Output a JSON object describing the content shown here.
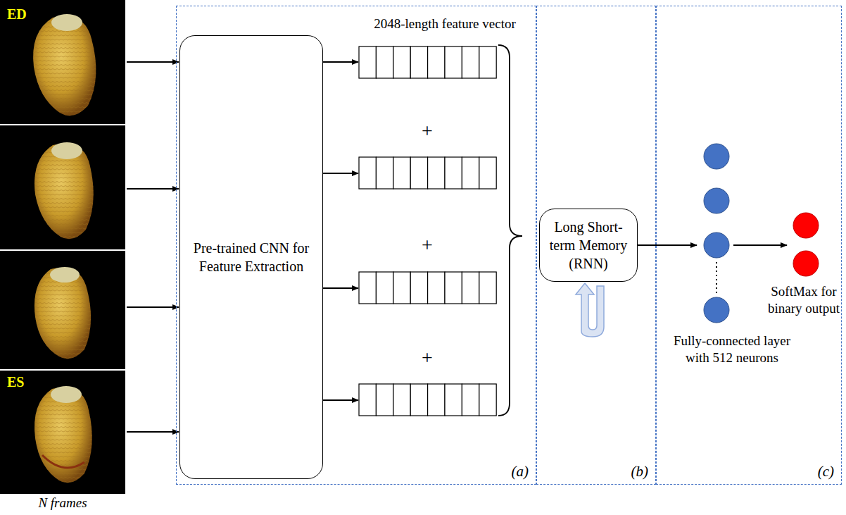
{
  "diagram": {
    "nodes": [
      {
        "text": [
          "(a)"
        ]
      },
      {
        "text": [
          "Pre-trained CNN for Feature Extraction"
        ],
        "in": 0
      },
      {
        "text": [
          "(b)"
        ]
      },
      {
        "text": [
          "Long Short-term Memory (RNN)"
        ],
        "in": 2
      },
      {
        "text": [
          "(c)"
        ]
      }
    ],
    "labels": [
      "ED",
      "ES",
      "N frames",
      "2048-length feature vector",
      "+",
      "+",
      "+",
      "Fully-connected layer with 512 neurons",
      "SoftMax for binary output"
    ]
  }
}
